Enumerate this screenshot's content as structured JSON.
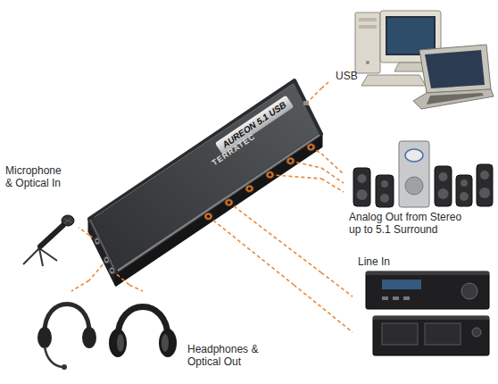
{
  "diagram": {
    "nodes": [
      {
        "text": [
          "AUREON 5.1 USB",
          "TERRATEC"
        ]
      },
      {
        "text": [
          "USB"
        ]
      },
      {
        "text": [
          "Analog Out from Stereo up to 5.1 Surround"
        ]
      },
      {
        "text": [
          "Line In"
        ]
      },
      {
        "text": [
          "Microphone & Optical In"
        ]
      },
      {
        "text": [
          "Headphones & Optical Out"
        ]
      }
    ],
    "edges": [
      {
        "from": 0,
        "to": 1,
        "arrow": "none"
      },
      {
        "from": 0,
        "to": 2,
        "arrow": "none"
      },
      {
        "from": 0,
        "to": 2,
        "arrow": "none"
      },
      {
        "from": 0,
        "to": 2,
        "arrow": "none"
      },
      {
        "from": 0,
        "to": 3,
        "arrow": "none"
      },
      {
        "from": 0,
        "to": 3,
        "arrow": "none"
      },
      {
        "from": 0,
        "to": 4,
        "arrow": "none"
      },
      {
        "from": 0,
        "to": 5,
        "arrow": "none"
      },
      {
        "from": 0,
        "to": 5,
        "arrow": "none"
      }
    ]
  }
}
